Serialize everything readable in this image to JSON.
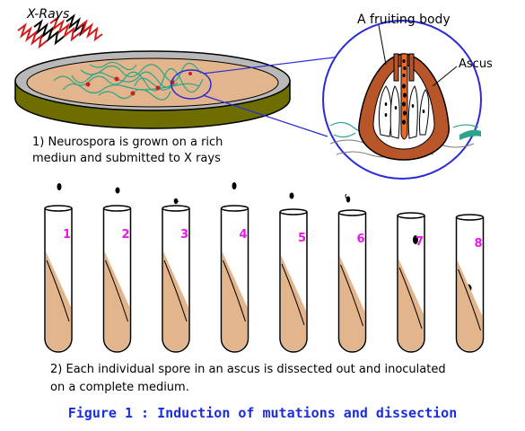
{
  "labels": {
    "xrays": "X-Rays",
    "fruiting_body": "A fruiting body",
    "ascus": "Ascus"
  },
  "step1": {
    "line1": "1) Neurospora is grown on a rich",
    "line2": "mediun and submitted to X rays"
  },
  "step2": {
    "line1": "2) Each individual spore in an ascus is dissected out and inoculated",
    "line2": "on a complete medium."
  },
  "caption": "Figure 1 : Induction of mutations and dissection",
  "tubes": [
    {
      "number": "1"
    },
    {
      "number": "2"
    },
    {
      "number": "3"
    },
    {
      "number": "4"
    },
    {
      "number": "5"
    },
    {
      "number": "6"
    },
    {
      "number": "7"
    },
    {
      "number": "8"
    }
  ],
  "colors": {
    "agar": "#e3b58c",
    "dish_rim": "#6e6e00",
    "fruiting_body": "#b8562a",
    "ascus_center": "#e86a2a",
    "xray": "#d01c1c",
    "mycelium": "#2aa58a",
    "tube_number": "#e818e8",
    "caption": "#1a2ee0",
    "zoom_circle": "#2a2ad8"
  }
}
